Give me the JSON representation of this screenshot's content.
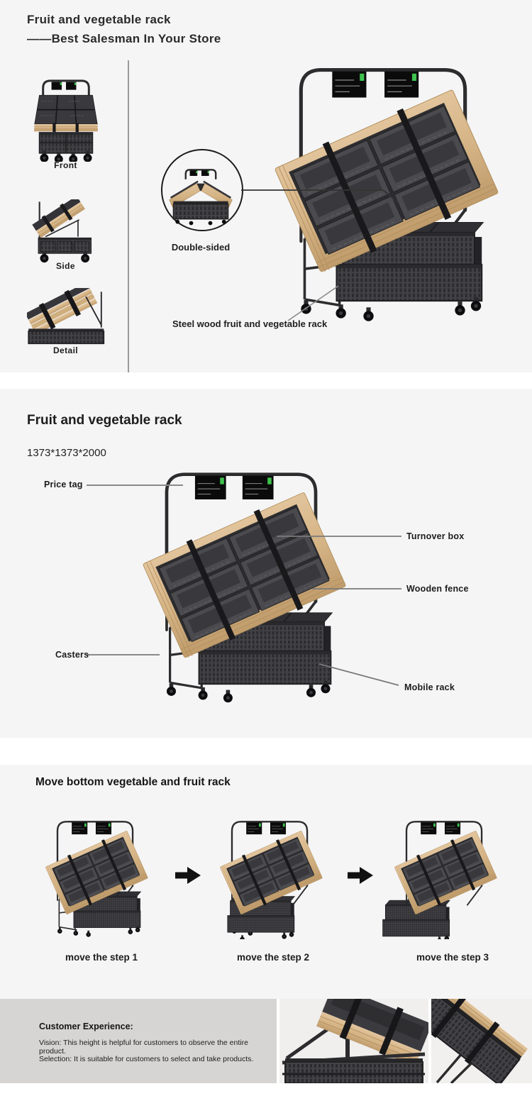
{
  "page": {
    "bg": "#ffffff",
    "section_bg": "#f5f5f6",
    "panel_bg": "#d7d5d3"
  },
  "colors": {
    "wood": "#d8b88c",
    "metal": "#2c2c2e",
    "crate": "#4b4b4f",
    "accent_green": "#3ec24e",
    "line_gray": "#8a8a8a"
  },
  "section1": {
    "title_line1": "Fruit and vegetable rack",
    "title_line2": "——Best Salesman In Your Store",
    "views": [
      {
        "label": "Front"
      },
      {
        "label": "Side"
      },
      {
        "label": "Detail"
      }
    ],
    "inset_label": "Double-sided",
    "caption": "Steel wood fruit and vegetable rack"
  },
  "section2": {
    "title": "Fruit and vegetable rack",
    "dimensions": "1373*1373*2000",
    "callouts": {
      "price_tag": "Price tag",
      "turnover_box": "Turnover box",
      "wooden_fence": "Wooden fence",
      "casters": "Casters",
      "mobile_rack": "Mobile rack"
    }
  },
  "section3": {
    "title": "Move bottom vegetable and fruit rack",
    "steps": [
      {
        "label": "move the step 1"
      },
      {
        "label": "move the step 2"
      },
      {
        "label": "move the step 3"
      }
    ]
  },
  "section4": {
    "heading": "Customer Experience:",
    "lines": [
      "Vision: This height is helpful for customers to observe the entire product.",
      "Selection: It is suitable for customers to select and take products."
    ]
  }
}
